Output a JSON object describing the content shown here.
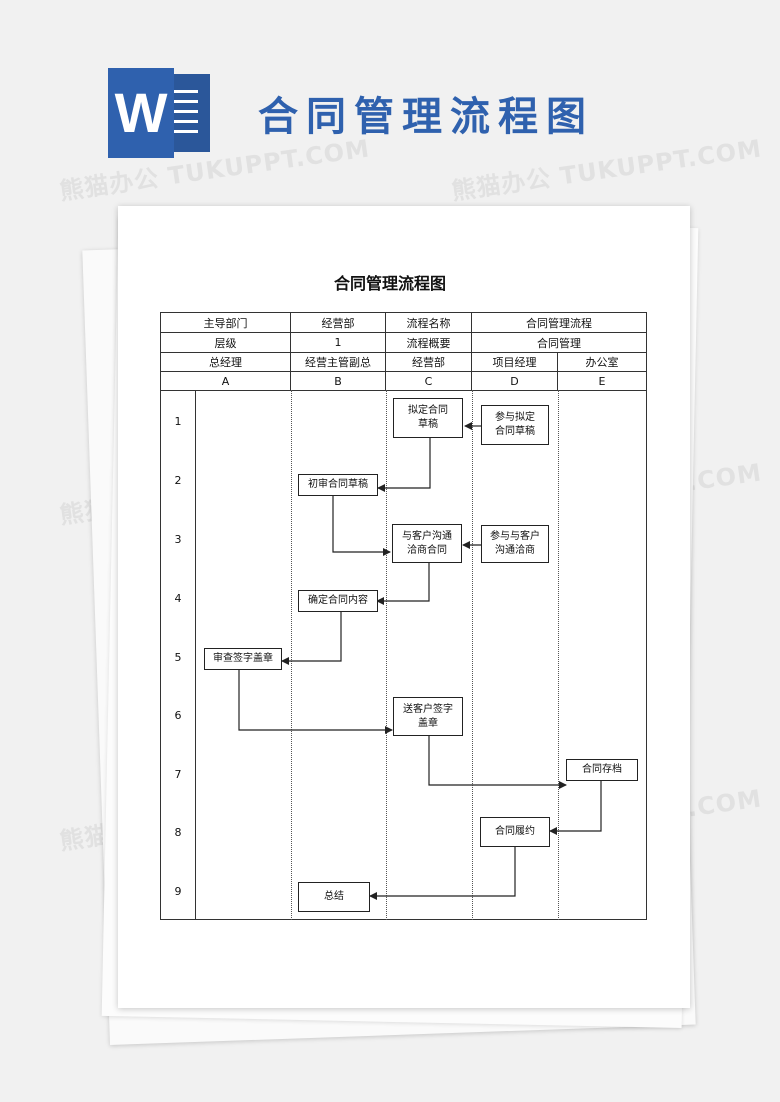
{
  "banner": {
    "title": "合同管理流程图",
    "logo_letter": "W",
    "watermark": "熊猫办公 TUKUPPT.COM"
  },
  "document": {
    "title": "合同管理流程图",
    "header_row1": [
      "主导部门",
      "经营部",
      "流程名称",
      "合同管理流程"
    ],
    "header_row2": [
      "层级",
      "1",
      "流程概要",
      "合同管理"
    ],
    "roles": [
      "总经理",
      "经营主管副总",
      "经营部",
      "项目经理",
      "办公室"
    ],
    "lanes": [
      "A",
      "B",
      "C",
      "D",
      "E"
    ],
    "rows": [
      "1",
      "2",
      "3",
      "4",
      "5",
      "6",
      "7",
      "8",
      "9"
    ]
  },
  "steps": {
    "c1": [
      "拟定合同",
      "草稿"
    ],
    "d1": [
      "参与拟定",
      "合同草稿"
    ],
    "b2": [
      "初审合同草稿"
    ],
    "c3": [
      "与客户沟通",
      "洽商合同"
    ],
    "d3": [
      "参与与客户",
      "沟通洽商"
    ],
    "b4": [
      "确定合同内容"
    ],
    "a5": [
      "审查签字盖章"
    ],
    "c6": [
      "送客户签字",
      "盖章"
    ],
    "e7": [
      "合同存档"
    ],
    "d8": [
      "合同履约"
    ],
    "b9": [
      "总结"
    ]
  },
  "colors": {
    "brand": "#2f61ae",
    "line": "#222222"
  }
}
